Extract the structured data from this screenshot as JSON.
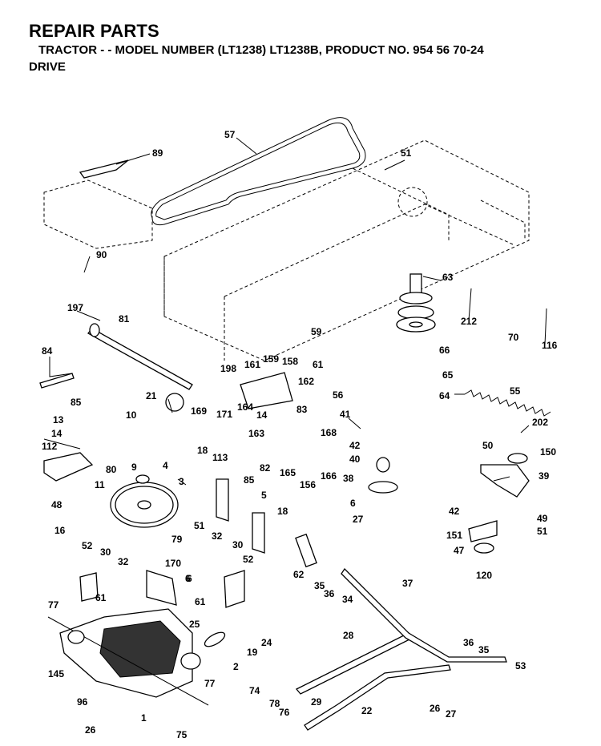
{
  "header": {
    "title": "REPAIR PARTS",
    "subtitle": "TRACTOR - - MODEL NUMBER (LT1238) LT1238B, PRODUCT NO. 954 56 70-24",
    "section": "DRIVE"
  },
  "callouts": [
    "57",
    "89",
    "51",
    "90",
    "197",
    "81",
    "63",
    "212",
    "70",
    "116",
    "59",
    "66",
    "84",
    "61",
    "198",
    "161",
    "159",
    "158",
    "162",
    "65",
    "85",
    "56",
    "64",
    "55",
    "21",
    "169",
    "171",
    "164",
    "14",
    "83",
    "163",
    "10",
    "13",
    "14",
    "112",
    "80",
    "41",
    "168",
    "42",
    "202",
    "9",
    "4",
    "82",
    "165",
    "156",
    "166",
    "50",
    "150",
    "40",
    "3",
    "18",
    "113",
    "38",
    "48",
    "11",
    "85",
    "51",
    "6",
    "42",
    "27",
    "39",
    "151",
    "49",
    "51",
    "16",
    "79",
    "18",
    "5",
    "52",
    "30",
    "32",
    "32",
    "30",
    "52",
    "170",
    "6",
    "62",
    "35",
    "36",
    "47",
    "120",
    "61",
    "61",
    "37",
    "77",
    "34",
    "25",
    "24",
    "19",
    "28",
    "36",
    "35",
    "53",
    "145",
    "2",
    "77",
    "74",
    "29",
    "22",
    "26",
    "27",
    "96",
    "78",
    "76",
    "26",
    "75",
    "1",
    "6"
  ]
}
